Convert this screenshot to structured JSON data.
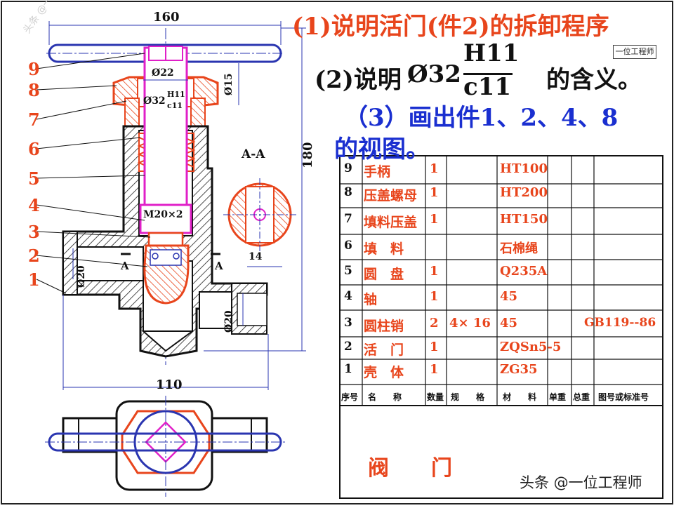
{
  "questions": {
    "q1": "(1)说明活门(件2)的拆卸程序",
    "q2_prefix": "(2)说明",
    "q2_symbol": "Ø32",
    "q2_numerator": "H11",
    "q2_denominator": "c11",
    "q2_suffix": "的含义。",
    "q3_line1": "（3）画出件1、2、4、8",
    "q3_line2": "的视图。"
  },
  "drawing": {
    "dim_top_width": "160",
    "dim_bottom_width": "110",
    "dim_height": "180",
    "dim_phi22": "Ø22",
    "dim_phi15": "Ø15",
    "dim_phi32": "Ø32",
    "fit_numerator": "H11",
    "fit_denominator": "c11",
    "thread": "M20×2",
    "dim_phi20_left": "Ø20",
    "dim_phi20_right": "Ø20",
    "section_label": "A-A",
    "section_width": "14",
    "cut_mark_left": "A",
    "cut_mark_right": "A",
    "part_numbers": [
      "9",
      "8",
      "7",
      "6",
      "5",
      "4",
      "3",
      "2",
      "1"
    ]
  },
  "bom": {
    "rows": [
      {
        "no": "9",
        "name": "手柄",
        "qty": "1",
        "spec": "",
        "material": "HT100",
        "std": ""
      },
      {
        "no": "8",
        "name": "压盖螺母",
        "qty": "1",
        "spec": "",
        "material": "HT200",
        "std": ""
      },
      {
        "no": "7",
        "name": "填料压盖",
        "qty": "1",
        "spec": "",
        "material": "HT150",
        "std": ""
      },
      {
        "no": "6",
        "name": "填　料",
        "qty": "",
        "spec": "",
        "material": "石棉绳",
        "std": ""
      },
      {
        "no": "5",
        "name": "圆　盘",
        "qty": "1",
        "spec": "",
        "material": "Q235A",
        "std": ""
      },
      {
        "no": "4",
        "name": "轴",
        "qty": "1",
        "spec": "",
        "material": "45",
        "std": ""
      },
      {
        "no": "3",
        "name": "圆柱销",
        "qty": "2",
        "spec": "4× 16",
        "material": "45",
        "std": "GB119--86"
      },
      {
        "no": "2",
        "name": "活　门",
        "qty": "1",
        "spec": "",
        "material": "ZQSn5-5",
        "std": ""
      },
      {
        "no": "1",
        "name": "壳　体",
        "qty": "1",
        "spec": "",
        "material": "ZG35",
        "std": ""
      }
    ],
    "headers": [
      "序号",
      "名　　称",
      "数量",
      "规　　格",
      "材　　料",
      "单重",
      "总重",
      "图号或标准号"
    ],
    "title": "阀　　门"
  },
  "watermarks": {
    "top_stamp": "一位工程师",
    "bottom": "头条 @一位工程师",
    "left": "头条 @一位工程师"
  },
  "colors": {
    "outline": "#1a1a1a",
    "red_part": "#e8451c",
    "pink_part": "#e020c8",
    "blue_line": "#2a35b0",
    "black_text": "#111111",
    "blue_text": "#1a2fd0",
    "red_text": "#e8451c"
  }
}
